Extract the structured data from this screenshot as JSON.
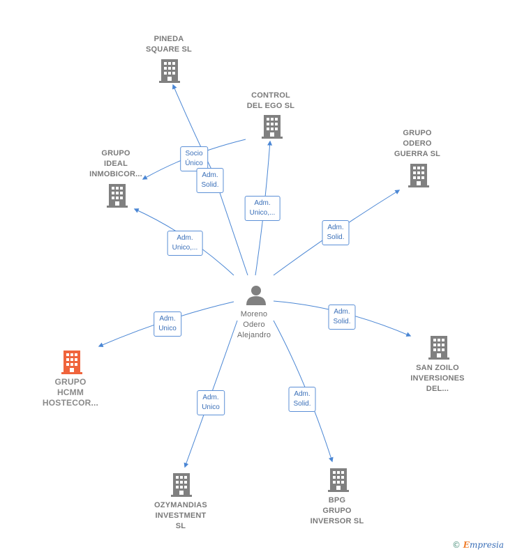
{
  "center": {
    "lines": [
      "Moreno",
      "Odero",
      "Alejandro"
    ]
  },
  "nodes": [
    {
      "id": "pineda",
      "lines": [
        "PINEDA",
        "SQUARE  SL"
      ],
      "highlight": false
    },
    {
      "id": "control",
      "lines": [
        "CONTROL",
        "DEL EGO  SL"
      ],
      "highlight": false
    },
    {
      "id": "grupo_odero",
      "lines": [
        "GRUPO",
        "ODERO",
        "GUERRA  SL"
      ],
      "highlight": false
    },
    {
      "id": "grupo_ideal",
      "lines": [
        "GRUPO",
        "IDEAL",
        "INMOBICOR..."
      ],
      "highlight": false
    },
    {
      "id": "grupo_hcmm",
      "lines": [
        "GRUPO",
        "HCMM",
        "HOSTECOR..."
      ],
      "highlight": true
    },
    {
      "id": "san_zoilo",
      "lines": [
        "SAN ZOILO",
        "INVERSIONES",
        "DEL..."
      ],
      "highlight": false
    },
    {
      "id": "ozymandias",
      "lines": [
        "OZYMANDIAS",
        "INVESTMENT",
        "SL"
      ],
      "highlight": false
    },
    {
      "id": "bpg",
      "lines": [
        "BPG",
        "GRUPO",
        "INVERSOR  SL"
      ],
      "highlight": false
    }
  ],
  "roles": [
    {
      "id": "socio_unico",
      "lines": [
        "Socio",
        "Único"
      ]
    },
    {
      "id": "adm_solid_pineda",
      "lines": [
        "Adm.",
        "Solid."
      ]
    },
    {
      "id": "adm_unico_control",
      "lines": [
        "Adm.",
        "Unico,..."
      ]
    },
    {
      "id": "adm_solid_odero",
      "lines": [
        "Adm.",
        "Solid."
      ]
    },
    {
      "id": "adm_unico_ideal",
      "lines": [
        "Adm.",
        "Unico,..."
      ]
    },
    {
      "id": "adm_unico_hcmm",
      "lines": [
        "Adm.",
        "Unico"
      ]
    },
    {
      "id": "adm_solid_zoilo",
      "lines": [
        "Adm.",
        "Solid."
      ]
    },
    {
      "id": "adm_unico_ozy",
      "lines": [
        "Adm.",
        "Unico"
      ]
    },
    {
      "id": "adm_solid_bpg",
      "lines": [
        "Adm.",
        "Solid."
      ]
    }
  ],
  "colors": {
    "edge": "#4a86d4",
    "building": "#808080",
    "building_highlight": "#f0643c",
    "person": "#808080"
  },
  "icons": {
    "building": "building-icon",
    "person": "person-icon"
  },
  "copyright": {
    "symbol": "©",
    "brand_e": "E",
    "brand_rest": "mpresia"
  }
}
